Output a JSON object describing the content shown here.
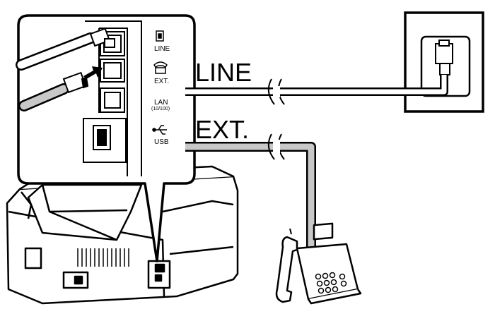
{
  "callout_labels": {
    "line": "LINE",
    "ext": "EXT."
  },
  "port_labels": {
    "line": "LINE",
    "ext": "EXT.",
    "lan": "LAN",
    "lan_speed": "(10/100)",
    "usb": "USB"
  },
  "icons": {
    "wall_jack": "wall-phone-jack-icon",
    "line_port": "line-port-icon",
    "ext_port": "telephone-port-icon",
    "usb_port": "usb-icon"
  },
  "colors": {
    "outline": "#000000",
    "cable_line": "#ffffff",
    "cable_ext": "#c8c8c8",
    "background": "#ffffff"
  }
}
